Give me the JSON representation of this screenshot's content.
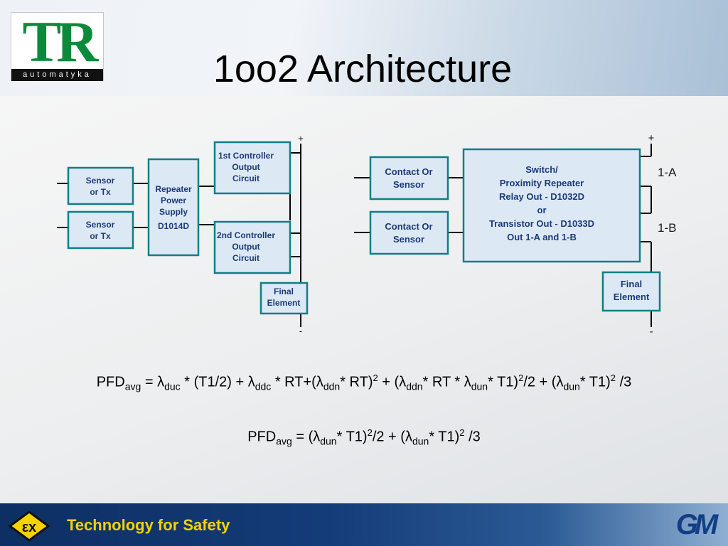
{
  "header": {
    "logo_letters": "TR",
    "logo_subtitle": "automatyka",
    "title": "1oo2 Architecture"
  },
  "diagram_left": {
    "sensor_1": [
      "Sensor",
      "or Tx"
    ],
    "sensor_2": [
      "Sensor",
      "or Tx"
    ],
    "repeater": [
      "Repeater",
      "Power",
      "Supply",
      "D1014D"
    ],
    "controller_1": [
      "1st Controller",
      "Output",
      "Circuit"
    ],
    "controller_2": [
      "2nd Controller",
      "Output",
      "Circuit"
    ],
    "final_element": [
      "Final",
      "Element"
    ],
    "plus": "+",
    "minus": "-"
  },
  "diagram_right": {
    "contact_1": [
      "Contact Or",
      "Sensor"
    ],
    "contact_2": [
      "Contact Or",
      "Sensor"
    ],
    "switch_box": [
      "Switch/",
      "Proximity Repeater",
      "Relay Out - D1032D",
      "or",
      "Transistor Out - D1033D",
      "Out 1-A and 1-B"
    ],
    "final_element": [
      "Final",
      "Element"
    ],
    "out_a": "1-A",
    "out_b": "1-B",
    "plus": "+",
    "minus": "-"
  },
  "formulas": {
    "f1": {
      "pfd": "PFD",
      "avg": "avg",
      "eq": " = λ",
      "s_duc": "duc",
      "t1": " * (T1/2) + λ",
      "s_ddc": "ddc",
      "t2": " * RT+(λ",
      "s_ddn": "ddn",
      "t3": "* RT)",
      "p2a": "2",
      "t4": " + (λ",
      "s_ddn2": "ddn",
      "t5": "* RT * λ",
      "s_dun": "dun",
      "t6": "* T1)",
      "p2b": "2",
      "t7": "/2 + (λ",
      "s_dun2": "dun",
      "t8": "* T1)",
      "p2c": "2",
      "t9": " /3"
    },
    "f2": {
      "pfd": "PFD",
      "avg": "avg",
      "eq": " = (λ",
      "s_dun": "dun",
      "t1": "* T1)",
      "p2a": "2",
      "t2": "/2 + (λ",
      "s_dun2": "dun",
      "t3": "* T1)",
      "p2b": "2",
      "t4": " /3"
    }
  },
  "footer": {
    "ex_logo_text": "εx",
    "tagline": "Technology for Safety",
    "partner_logo_text": "GM"
  },
  "colors": {
    "box_fill": "#dce9f5",
    "box_border": "#0e7f86",
    "box_text": "#1c3a78",
    "tagline": "#f5d200"
  }
}
